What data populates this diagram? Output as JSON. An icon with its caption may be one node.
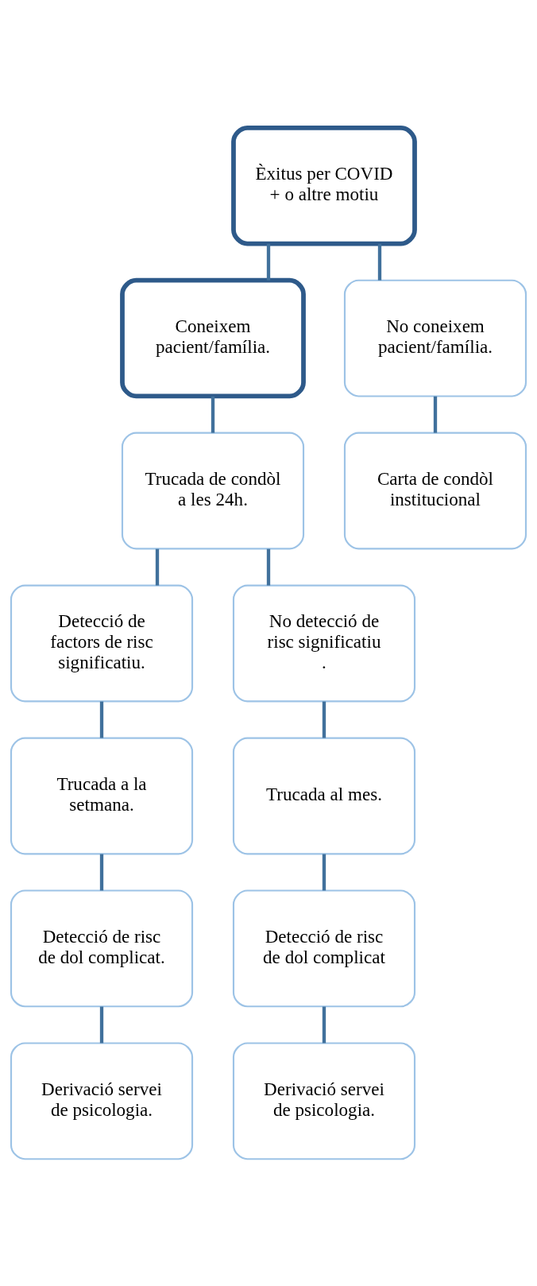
{
  "diagram": {
    "nodes": [
      {
        "text": [
          "Èxitus per COVID + o altre motiu"
        ]
      },
      {
        "text": [
          "Coneixem pacient/família."
        ]
      },
      {
        "text": [
          "No coneixem pacient/família."
        ]
      },
      {
        "text": [
          "Trucada de condòl a les 24h."
        ]
      },
      {
        "text": [
          "Carta de condòl institucional"
        ]
      },
      {
        "text": [
          "Detecció de factors de risc significatiu."
        ]
      },
      {
        "text": [
          "No detecció de risc significatiu ."
        ]
      },
      {
        "text": [
          "Trucada a la setmana."
        ]
      },
      {
        "text": [
          "Trucada al mes."
        ]
      },
      {
        "text": [
          "Detecció de risc de dol complicat."
        ]
      },
      {
        "text": [
          "Detecció de risc de dol complicat"
        ]
      },
      {
        "text": [
          "Derivació servei de psicologia."
        ]
      },
      {
        "text": [
          "Derivació servei de psicologia."
        ]
      }
    ],
    "edges": [
      {
        "from": 0,
        "to": 1,
        "arrow": "none"
      },
      {
        "from": 0,
        "to": 2,
        "arrow": "none"
      },
      {
        "from": 1,
        "to": 3,
        "arrow": "none"
      },
      {
        "from": 2,
        "to": 4,
        "arrow": "none"
      },
      {
        "from": 3,
        "to": 5,
        "arrow": "none"
      },
      {
        "from": 3,
        "to": 6,
        "arrow": "none"
      },
      {
        "from": 5,
        "to": 7,
        "arrow": "none"
      },
      {
        "from": 6,
        "to": 8,
        "arrow": "none"
      },
      {
        "from": 7,
        "to": 9,
        "arrow": "none"
      },
      {
        "from": 8,
        "to": 10,
        "arrow": "none"
      },
      {
        "from": 9,
        "to": 11,
        "arrow": "none"
      },
      {
        "from": 10,
        "to": 12,
        "arrow": "none"
      }
    ]
  }
}
